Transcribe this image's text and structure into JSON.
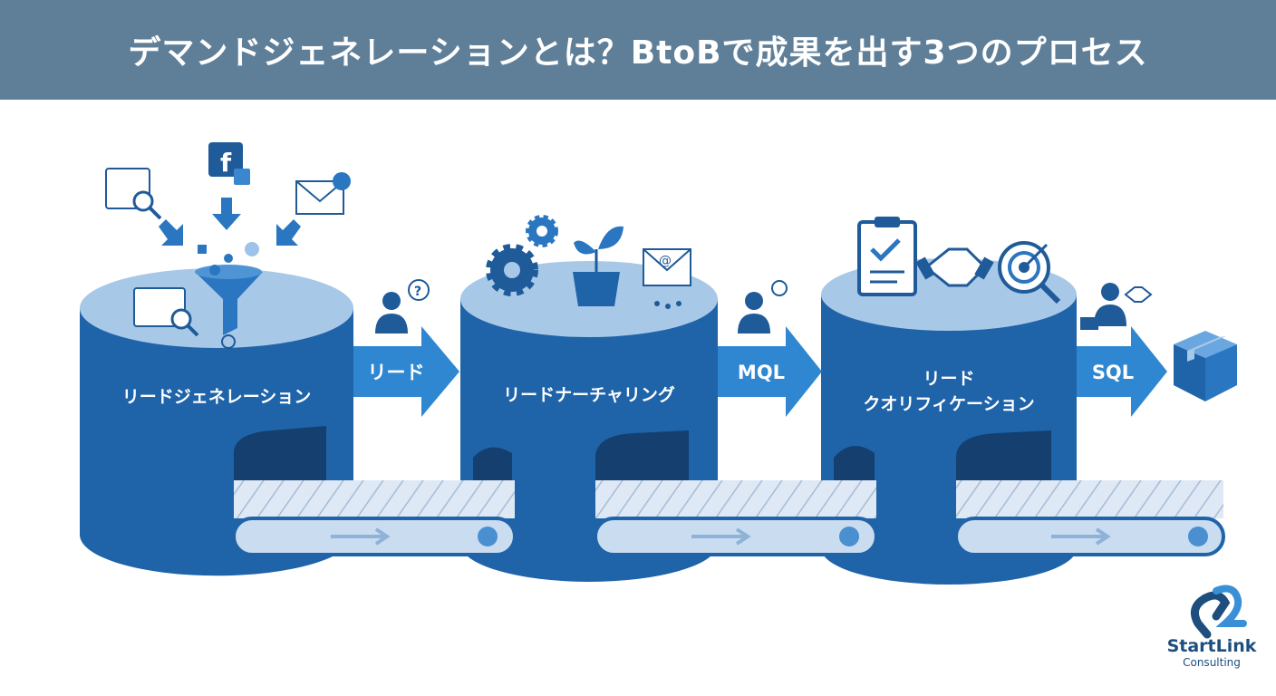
{
  "header": {
    "title": "デマンドジェネレーションとは？BtoBで成果を出す3つのプロセス"
  },
  "stages": [
    {
      "label": "リードジェネレーション"
    },
    {
      "label": "リードナーチャリング"
    },
    {
      "label_line1": "リード",
      "label_line2": "クオリフィケーション"
    }
  ],
  "arrows": [
    {
      "label": "リード"
    },
    {
      "label": "MQL"
    },
    {
      "label": "SQL"
    }
  ],
  "logo": {
    "name": "StartLink",
    "sub": "Consulting"
  },
  "colors": {
    "header": "#5f7f99",
    "cylinder": "#1f63a8",
    "cylinder_top": "#a8c8e8",
    "arrow": "#2f87d2",
    "belt": "#c9dcf0"
  }
}
